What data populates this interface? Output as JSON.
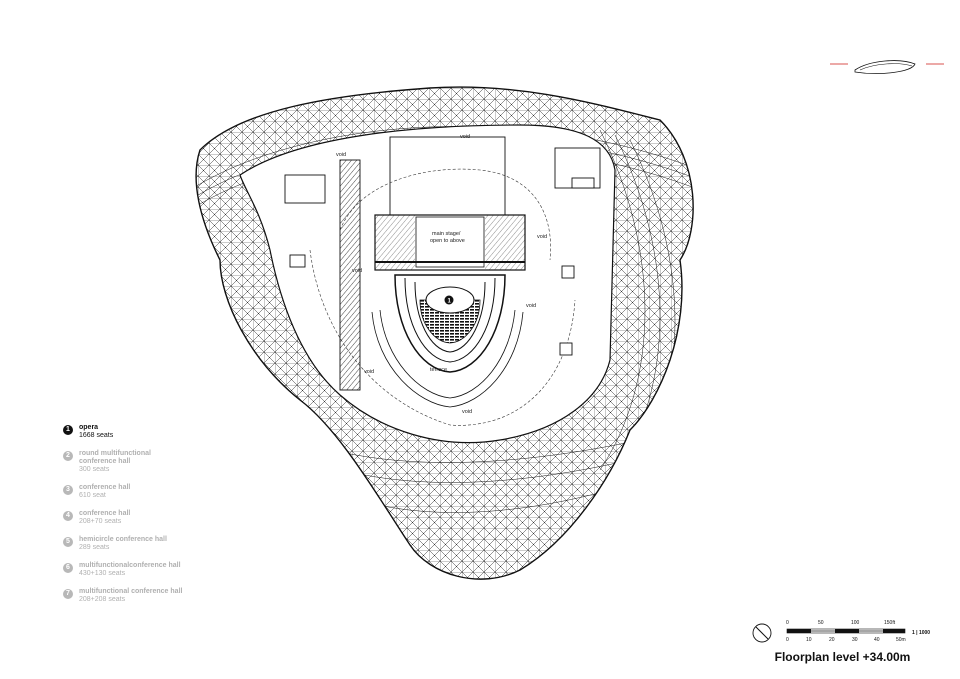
{
  "title": "Floorplan level +34.00m",
  "labels": {
    "void": "void",
    "main_stage_line1": "main stage/",
    "main_stage_line2": "open to above",
    "terrace": "terrace",
    "opera_marker": "1"
  },
  "legend": [
    {
      "num": "1",
      "name": "opera",
      "seats": "1668 seats",
      "active": true
    },
    {
      "num": "2",
      "name": "round multifunctional conference hall",
      "seats": "300 seats",
      "active": false
    },
    {
      "num": "3",
      "name": "conference hall",
      "seats": "610 seat",
      "active": false
    },
    {
      "num": "4",
      "name": "conference hall",
      "seats": "208+70 seats",
      "active": false
    },
    {
      "num": "5",
      "name": "hemicircle conference hall",
      "seats": "289 seats",
      "active": false
    },
    {
      "num": "6",
      "name": "multifunctionalconference hall",
      "seats": "430+130 seats",
      "active": false
    },
    {
      "num": "7",
      "name": "multifunctional conference hall",
      "seats": "208+208 seats",
      "active": false
    }
  ],
  "scale": {
    "ticks_ft": [
      "0",
      "50",
      "100",
      "150ft"
    ],
    "ticks_m": [
      "0",
      "10",
      "20",
      "30",
      "40",
      "50m"
    ],
    "ratio": "1 | 1000"
  },
  "colors": {
    "accent_red": "#d9534f",
    "ink": "#111111",
    "legend_grey": "#b0b0b0"
  }
}
